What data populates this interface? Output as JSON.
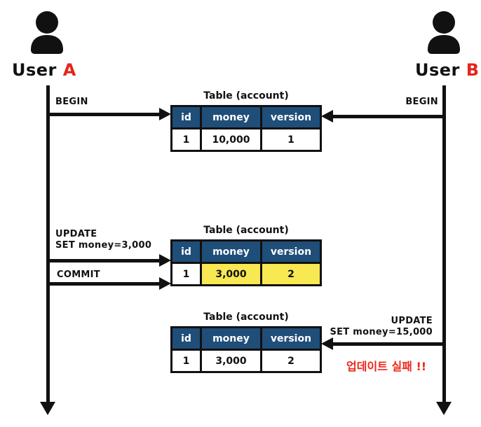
{
  "actors": [
    {
      "name": "User",
      "letter": "A"
    },
    {
      "name": "User",
      "letter": "B"
    }
  ],
  "messages": {
    "begin_a": "BEGIN",
    "begin_b": "BEGIN",
    "update_a_line1": "UPDATE",
    "update_a_line2": "SET money=3,000",
    "commit_a": "COMMIT",
    "update_b_line1": "UPDATE",
    "update_b_line2": "SET money=15,000",
    "fail_note": "업데이트 실패 !!"
  },
  "tables": [
    {
      "title": "Table (account)",
      "headers": [
        "id",
        "money",
        "version"
      ],
      "row": [
        "1",
        "10,000",
        "1"
      ],
      "highlighted_cells": []
    },
    {
      "title": "Table (account)",
      "headers": [
        "id",
        "money",
        "version"
      ],
      "row": [
        "1",
        "3,000",
        "2"
      ],
      "highlighted_cells": [
        "money",
        "version"
      ]
    },
    {
      "title": "Table (account)",
      "headers": [
        "id",
        "money",
        "version"
      ],
      "row": [
        "1",
        "3,000",
        "2"
      ],
      "highlighted_cells": []
    }
  ],
  "colors": {
    "table_header_blue": "#1f4e79",
    "highlight_yellow": "#f8e851",
    "accent_red": "#e4251c",
    "line_black": "#111111"
  }
}
